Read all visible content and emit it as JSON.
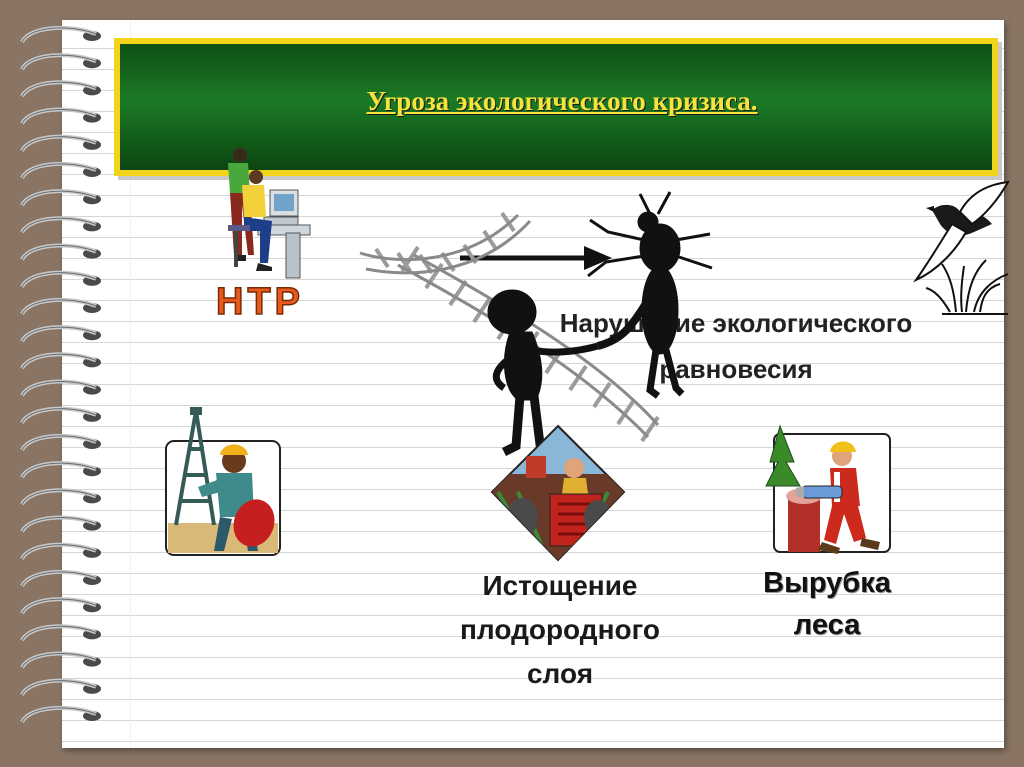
{
  "slide": {
    "title": "Угроза экологического кризиса.",
    "ntr_label": "НТР",
    "captions": {
      "balance": "Нарушение экологического равновесия",
      "depletion": "Истощение плодородного слоя",
      "logging": "Вырубка леса"
    }
  },
  "colors": {
    "title_text": "#f6e43b",
    "title_bg": "#1b7a26",
    "title_border": "#f2d51a",
    "ntr_fill": "#e65a1c",
    "page_bg": "#ffffff",
    "desk_bg": "#8a7564"
  }
}
